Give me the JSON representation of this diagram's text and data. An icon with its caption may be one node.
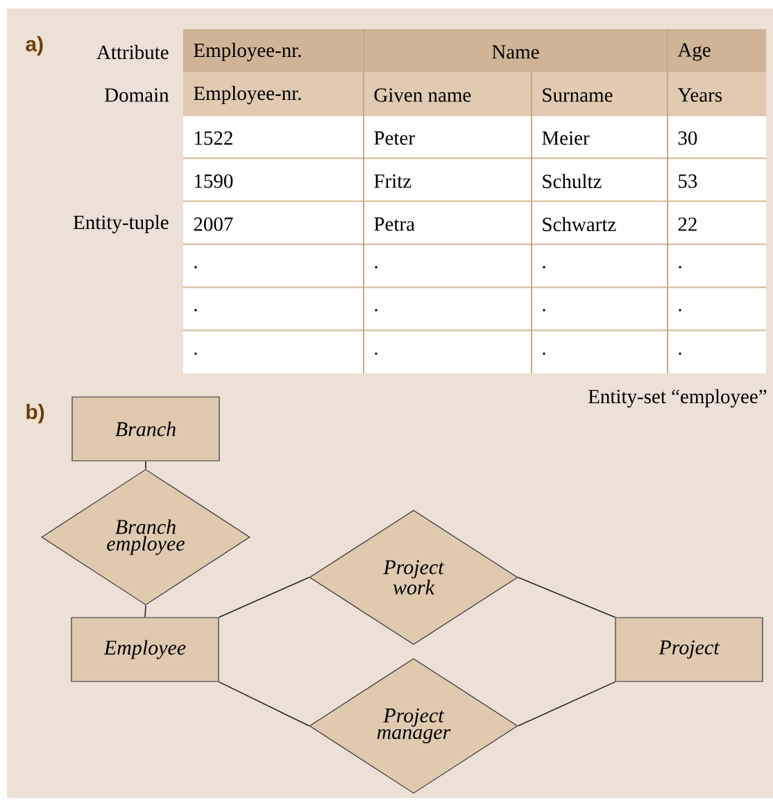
{
  "diagram": {
    "nodes": [
      {
        "text": [
          "Branch"
        ]
      },
      {
        "text": [
          "Branch employee"
        ]
      },
      {
        "text": [
          "Employee"
        ]
      },
      {
        "text": [
          "Project work"
        ]
      },
      {
        "text": [
          "Project manager"
        ]
      },
      {
        "text": [
          "Project"
        ]
      }
    ],
    "edges": [
      {
        "from": 0,
        "to": 1,
        "arrow": "none"
      },
      {
        "from": 1,
        "to": 2,
        "arrow": "none"
      },
      {
        "from": 2,
        "to": 3,
        "arrow": "none"
      },
      {
        "from": 3,
        "to": 5,
        "arrow": "none"
      },
      {
        "from": 2,
        "to": 4,
        "arrow": "none"
      },
      {
        "from": 4,
        "to": 5,
        "arrow": "none"
      }
    ],
    "labels": [
      "a)",
      "Attribute",
      "Employee-nr.",
      "Name",
      "Age",
      "Domain",
      "Employee-nr.",
      "Given name",
      "Surname",
      "Years",
      "1522",
      "Peter",
      "Meier",
      "30",
      "1590",
      "Fritz",
      "Schultz",
      "53",
      "Entity-tuple",
      "2007",
      "Petra",
      "Schwartz",
      "22",
      ".",
      ".",
      ".",
      ".",
      ".",
      ".",
      ".",
      ".",
      ".",
      ".",
      ".",
      ".",
      "Entity-set “employee”",
      "b)"
    ]
  }
}
